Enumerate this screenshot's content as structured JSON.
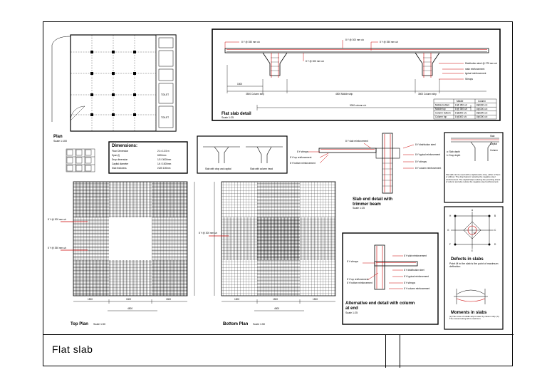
{
  "sheet_title": "Flat slab",
  "views": {
    "plan": {
      "title": "Plan",
      "scale": "Scale 1:100",
      "rooms": [
        "TOILET",
        "TOILET"
      ]
    },
    "flat_slab_detail": {
      "title": "Flat slab detail",
      "scale": "Scale 1:25",
      "bars": [
        "8 Y @ 350 mm c/c",
        "8 Y @ 300 mm c/c",
        "8 Y @ 300 mm c/c",
        "8 Y @ 350 mm c/c"
      ],
      "dims": [
        "1500",
        "3500 Column strip",
        "4500 Middle strip",
        "3500 Column strip",
        "9000 column c/c"
      ],
      "legend": [
        "Distribution steel @ 275 mm c/c",
        "main reinforcement",
        "typical reinforcement",
        "Stirrups"
      ],
      "table": {
        "headers": [
          "",
          "Middle",
          "Column"
        ],
        "rows": [
          [
            "Middle bottom",
            "8 @ 350 c/c",
            "8@300 c/c"
          ],
          [
            "Middle top",
            "8 @ 350 c/c",
            "8@300 c/c"
          ],
          [
            "Column bottom",
            "8 @300 c/c",
            "8@300 c/c"
          ],
          [
            "Column top",
            "8 @300 c/c",
            "8@300 c/c"
          ]
        ]
      }
    },
    "dimensions": {
      "title": "Dimensions:",
      "rows": [
        [
          "Floor Dimension",
          "21 x 13.5 m"
        ],
        [
          "Span (l)",
          "6000mm"
        ],
        [
          "Drop dimension",
          "1/3 l  3000mm"
        ],
        [
          "Capital diameter",
          "1/4 l    1500mm"
        ],
        [
          "Slab thickness",
          "l/125  100mm"
        ]
      ]
    },
    "drop_sketches": {
      "left": "Slab with drop and capital",
      "right": "Slab with column head"
    },
    "slab_end_detail": {
      "title": "Slab end detail with",
      "title2": "trimmer beam",
      "scale": "Scale 1:25",
      "labels": [
        "8 Y stirrups",
        "8 Y top reinforcement",
        "8 Y bottom reinforcement",
        "8 Y slab reinforcement",
        "8 Y distribution steel",
        "8 Y typical reinforcement",
        "8 Y stirrups",
        "8 Y column reinforcement"
      ]
    },
    "column_head_note": {
      "labels": [
        "Slab",
        "Capital",
        "Column"
      ],
      "side": [
        "a: Slab depth",
        "b: Drop depth"
      ],
      "note": "Flat slab can be used with a capital and a drop, either of them or without. The drop helps in reducing the negative steel reinforcement. The capital helps reducing the punching stress of column and also reduce the negative steel reinforcement."
    },
    "top_plan": {
      "title": "Top Plan",
      "scale": "Scale 1:50",
      "dims": [
        "1500",
        "1500",
        "1500",
        "4500"
      ],
      "marks": [
        "8 Y @ 300 mm c/c",
        "8 Y @ 350 mm c/c"
      ]
    },
    "bottom_plan": {
      "title": "Bottom Plan",
      "scale": "Scale 1:50",
      "dims": [
        "1500",
        "1500",
        "1500",
        "4500"
      ],
      "marks": [
        "8 Y @ 300 mm c/c"
      ]
    },
    "alternative_end": {
      "title": "Alternative end detail with column",
      "title2": "at end",
      "scale": "Scale 1:25",
      "labels": [
        "8 Y stirrups",
        "8 Y top reinforcement",
        "8 Y bottom reinforcement",
        "8 Y slab reinforcement",
        "8 Y distribution steel",
        "8 Y typical reinforcement",
        "8 Y stirrups",
        "8 Y column reinforcement"
      ]
    },
    "defects": {
      "title": "Defects in slabs",
      "text": "Point M in the slab is the point of maximum deflection",
      "letters": [
        "A",
        "B",
        "C",
        "D",
        "E",
        "F",
        "G",
        "H",
        "M"
      ]
    },
    "moments": {
      "title": "Moments in slabs",
      "text": "(a) The curve of middle strip is lower by column strip. (b) The moment along left is maximum."
    }
  },
  "colors": {
    "rebar": "#cc0000",
    "line": "#000000",
    "paper": "#ffffff"
  }
}
